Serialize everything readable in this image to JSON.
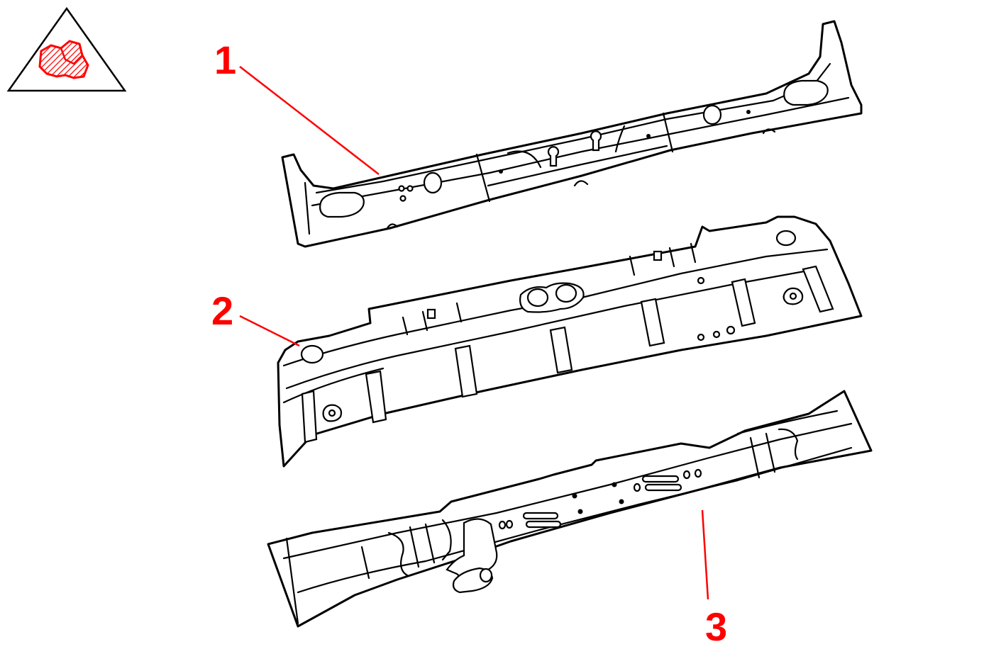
{
  "colors": {
    "callout": "#ff0000",
    "line": "#000000",
    "background": "#ffffff"
  },
  "icons": {
    "warning": "triangle-with-hatched-red-damage-icon"
  },
  "callouts": [
    {
      "id": "part-1",
      "label": "1"
    },
    {
      "id": "part-2",
      "label": "2"
    },
    {
      "id": "part-3",
      "label": "3"
    }
  ]
}
